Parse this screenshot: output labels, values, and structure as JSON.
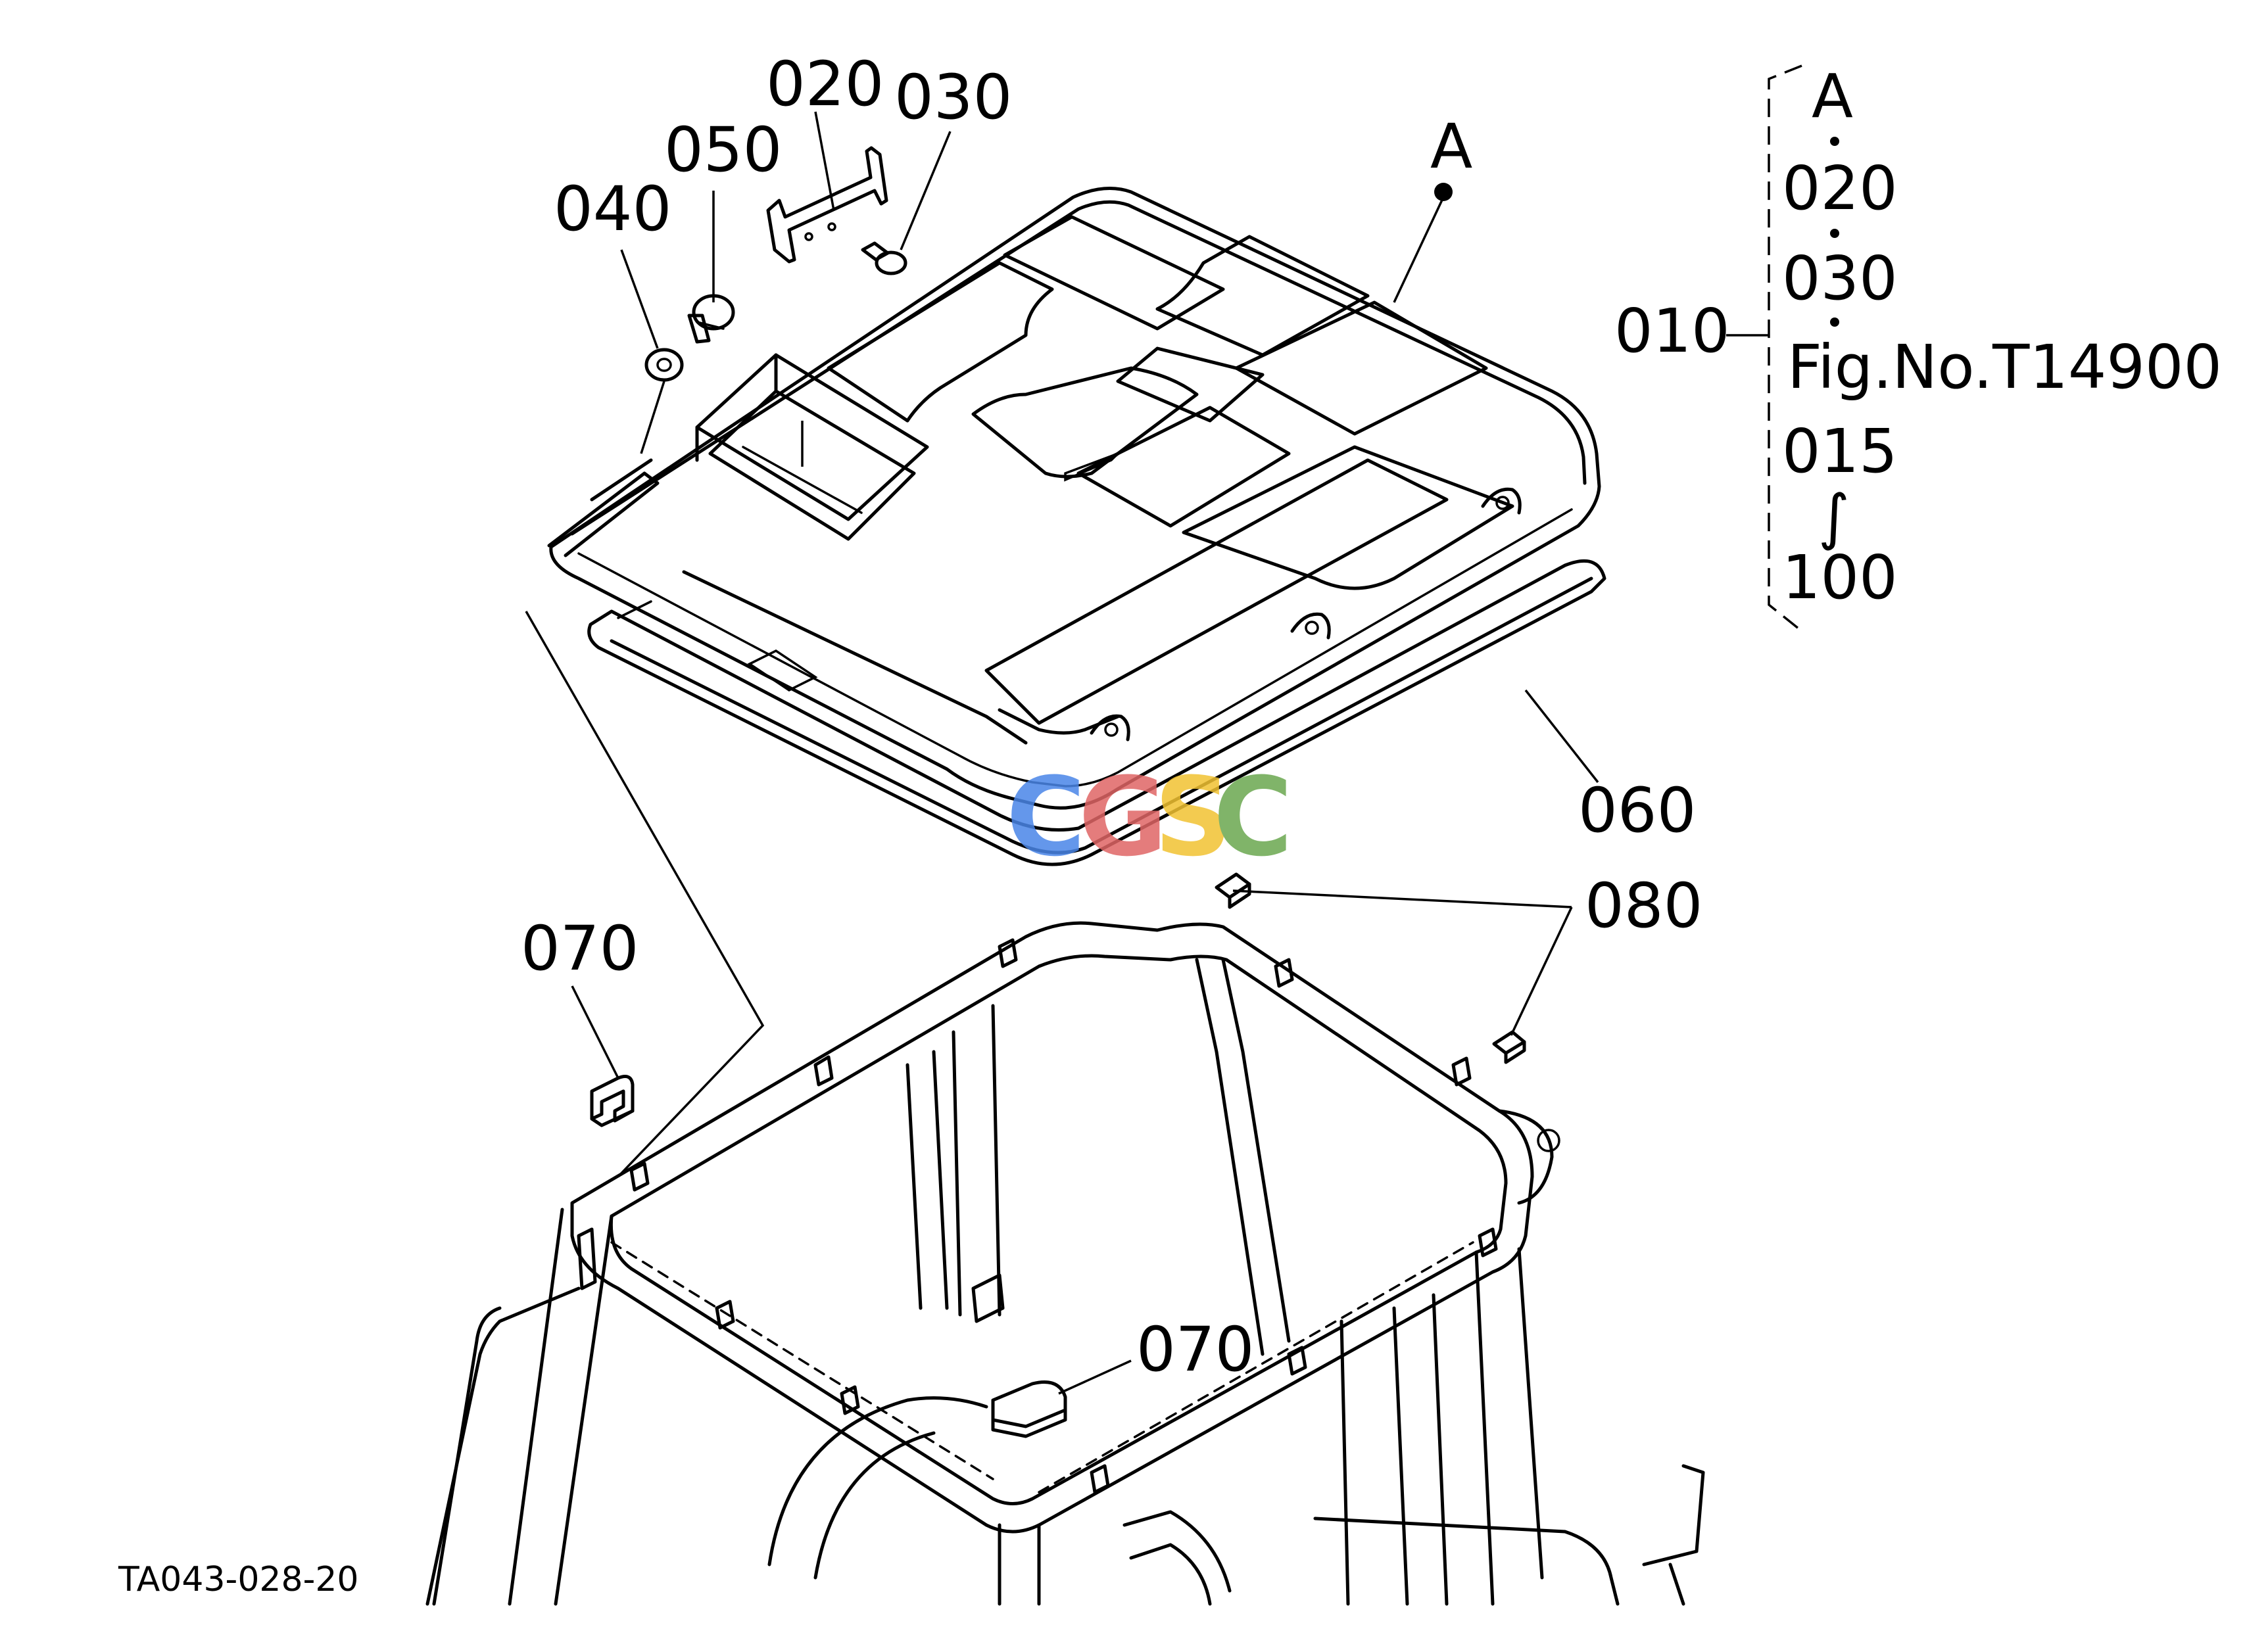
{
  "callouts": {
    "c020": "020",
    "c030": "030",
    "c050": "050",
    "c040": "040",
    "cA": "A",
    "c060": "060",
    "c080": "080",
    "c070_left": "070",
    "c070_bottom": "070"
  },
  "side_list": {
    "parent": "010",
    "items": [
      "A",
      "020",
      "030",
      "Fig.No.T14900",
      "015",
      "100"
    ],
    "range_symbol": "∫"
  },
  "drawing_code": "TA043-028-20",
  "watermark": {
    "letters": [
      "C",
      "G",
      "S",
      "C"
    ],
    "colors": [
      "#4a86e8",
      "#e06666",
      "#f1c232",
      "#6aa84f"
    ]
  }
}
